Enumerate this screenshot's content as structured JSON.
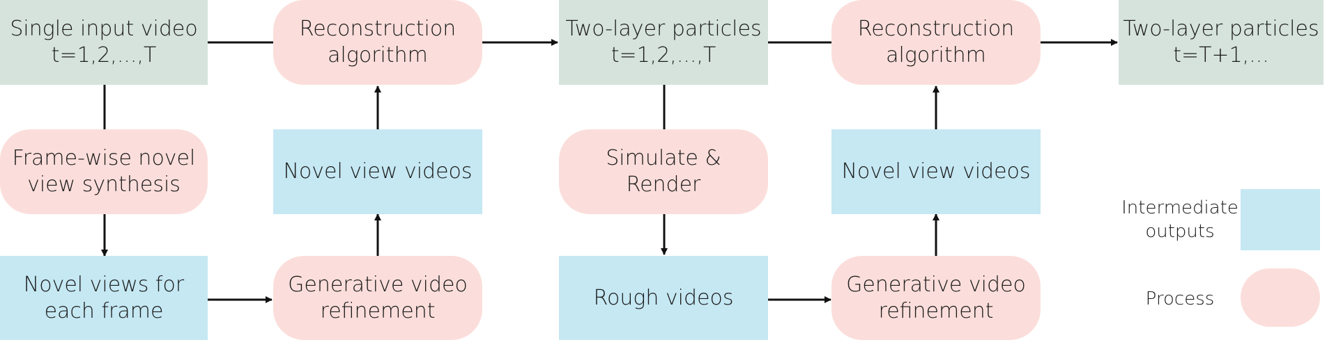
{
  "nodes": {
    "input_video": {
      "line1": "Single input video",
      "line2": "t=1,2,...,T"
    },
    "frame_nvs": {
      "line1": "Frame-wise novel",
      "line2": "view synthesis"
    },
    "novel_views_each": {
      "line1": "Novel views for",
      "line2": "each frame"
    },
    "recon_1": {
      "line1": "Reconstruction",
      "line2": "algorithm"
    },
    "novel_view_videos_1": {
      "line1": "Novel view videos"
    },
    "gen_refine_1": {
      "line1": "Generative video",
      "line2": "refinement"
    },
    "two_layer_1": {
      "line1": "Two-layer particles",
      "line2": "t=1,2,...,T"
    },
    "simulate_render": {
      "line1": "Simulate &",
      "line2": "Render"
    },
    "rough_videos": {
      "line1": "Rough videos"
    },
    "recon_2": {
      "line1": "Reconstruction",
      "line2": "algorithm"
    },
    "novel_view_videos_2": {
      "line1": "Novel view videos"
    },
    "gen_refine_2": {
      "line1": "Generative video",
      "line2": "refinement"
    },
    "two_layer_2": {
      "line1": "Two-layer particles",
      "line2": "t=T+1,..."
    }
  },
  "legend": {
    "intermediate": {
      "line1": "Intermediate",
      "line2": "outputs"
    },
    "process": "Process"
  },
  "colors": {
    "input_output": "#d6e3dd",
    "intermediate": "#c5e8f3",
    "process": "#fbdedb",
    "arrow": "#111111"
  }
}
